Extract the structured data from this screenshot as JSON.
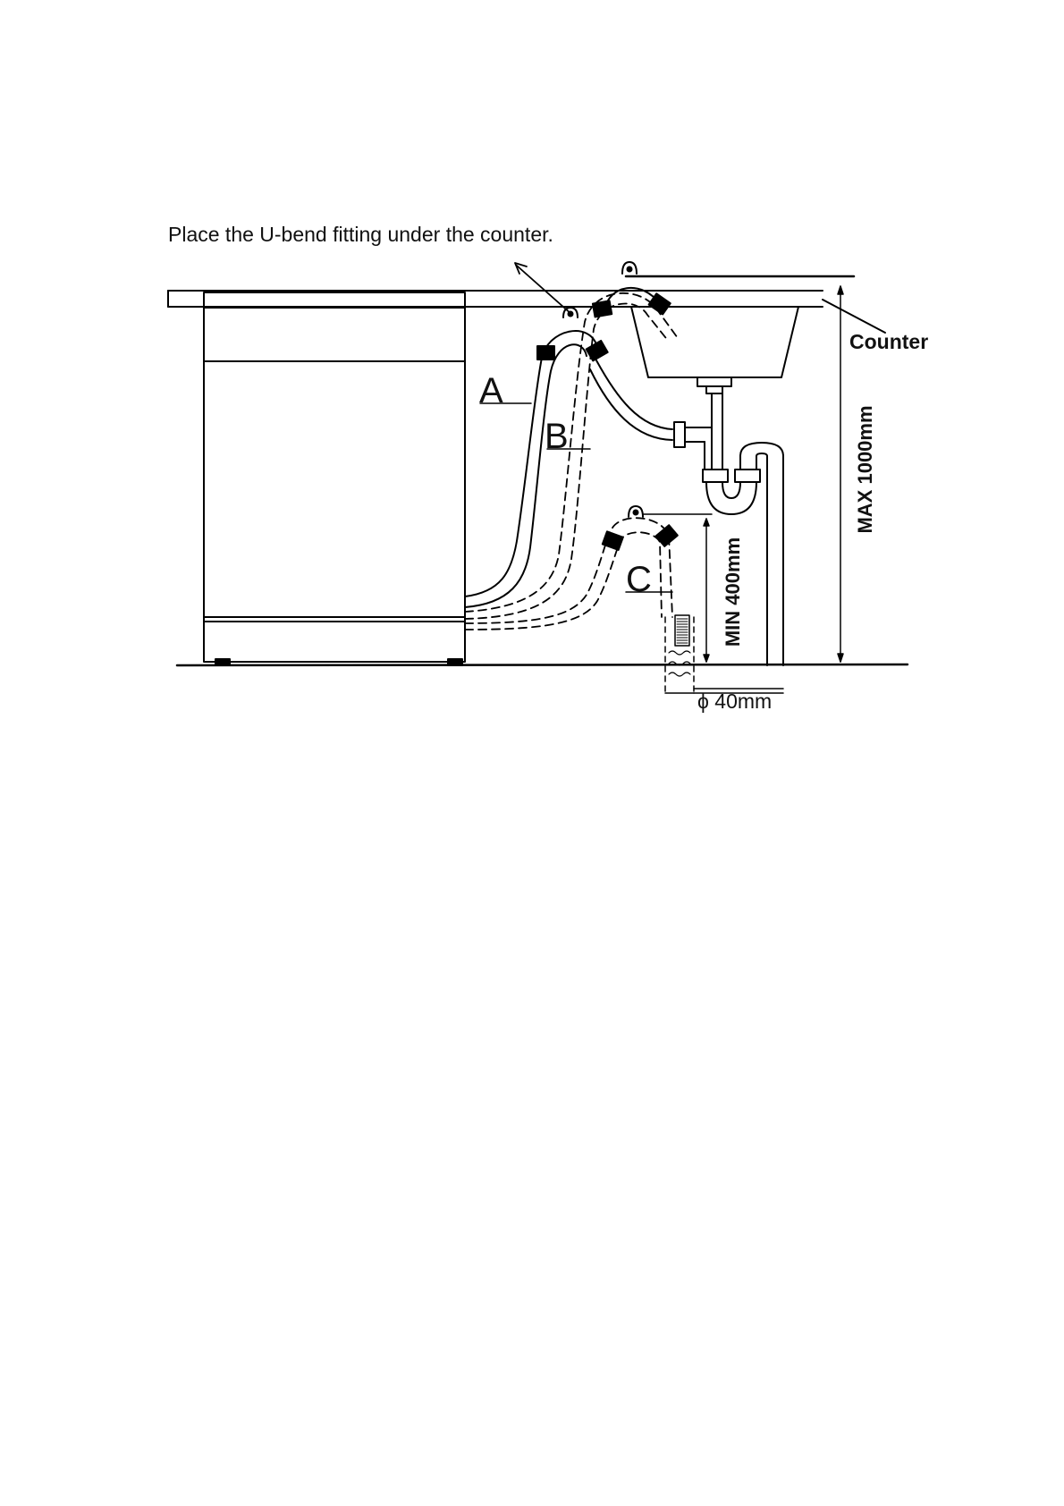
{
  "caption": "Place the U-bend fitting under the counter.",
  "labels": {
    "counter": "Counter",
    "max_height": "MAX 1000mm",
    "min_height": "MIN 400mm",
    "pipe_diameter": "ϕ 40mm",
    "hose_a": "A",
    "hose_b": "B",
    "hose_c": "C"
  }
}
